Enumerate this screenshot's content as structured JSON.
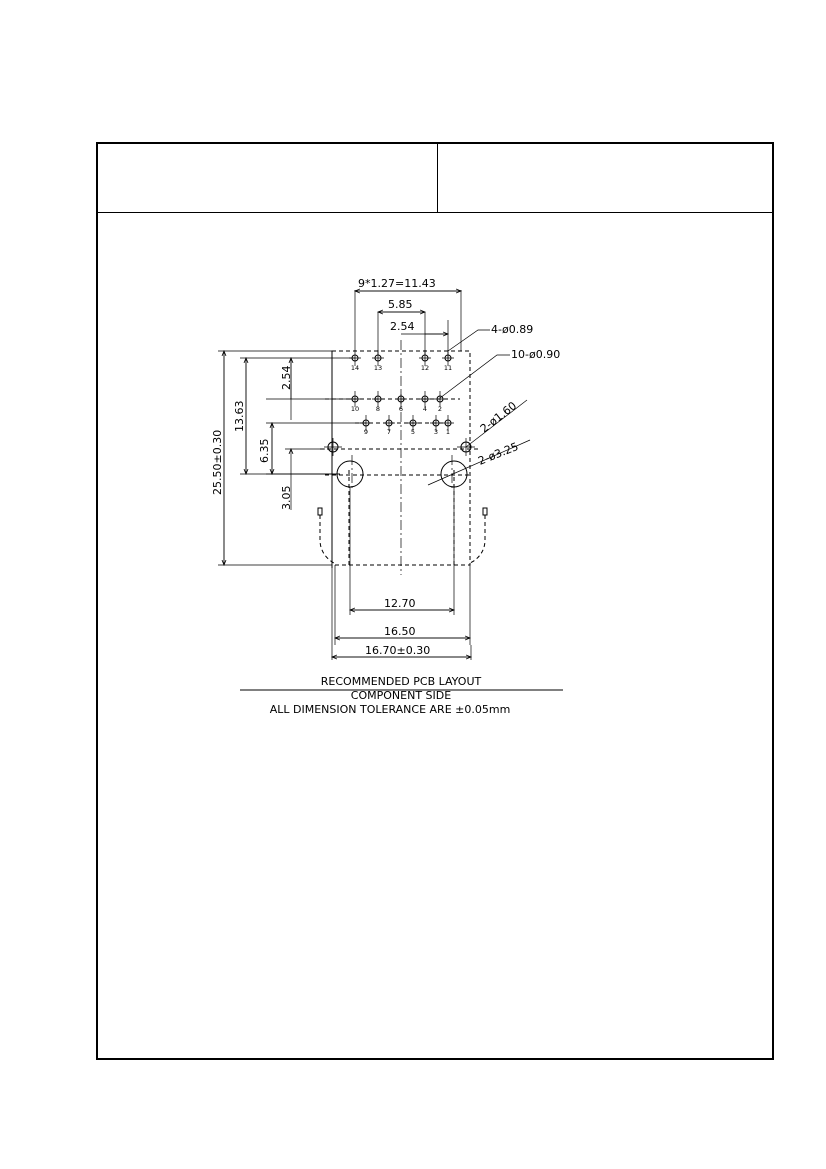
{
  "dimensions": {
    "pitch_total": "9*1.27=11.43",
    "d_5_85": "5.85",
    "d_2_54_top": "2.54",
    "hole_4": "4-ø0.89",
    "hole_10": "10-ø0.90",
    "hole_2_160": "2-ø1.60",
    "hole_2_325": "2-ø3.25",
    "d_25_50": "25.50±0.30",
    "d_13_63": "13.63",
    "d_2_54_left": "2.54",
    "d_6_35": "6.35",
    "d_3_05": "3.05",
    "d_12_70": "12.70",
    "d_16_50": "16.50",
    "d_16_70": "16.70±0.30"
  },
  "pins_top": [
    "14",
    "13",
    "12",
    "11"
  ],
  "pins_mid": [
    "10",
    "8",
    "6",
    "4",
    "2"
  ],
  "pins_bottom": [
    "9",
    "7",
    "5",
    "3",
    "1"
  ],
  "notes": {
    "title": "RECOMMENDED PCB LAYOUT",
    "side": "COMPONENT SIDE",
    "tolerance": "ALL DIMENSION TOLERANCE ARE ±0.05mm"
  }
}
